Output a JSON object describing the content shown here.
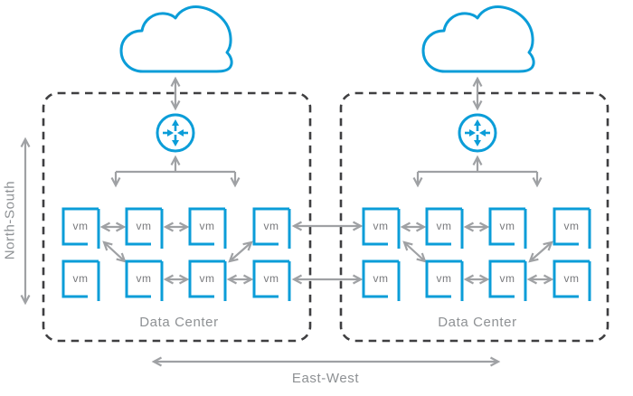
{
  "labels": {
    "vm": "vm",
    "north_south": "North-South",
    "east_west": "East-West"
  },
  "data_centers": [
    {
      "label": "Data Center",
      "vm_count": 8
    },
    {
      "label": "Data Center",
      "vm_count": 8
    }
  ],
  "icons": {
    "cloud": "cloud-icon",
    "router": "router-icon",
    "vm_box": "vm-box-icon"
  },
  "colors": {
    "brand_blue": "#0b9dd8",
    "arrow_gray": "#9fa1a4",
    "label_gray": "#8e9194",
    "vm_text_gray": "#77787b",
    "border_dark": "#3f3f41",
    "background": "#ffffff"
  }
}
